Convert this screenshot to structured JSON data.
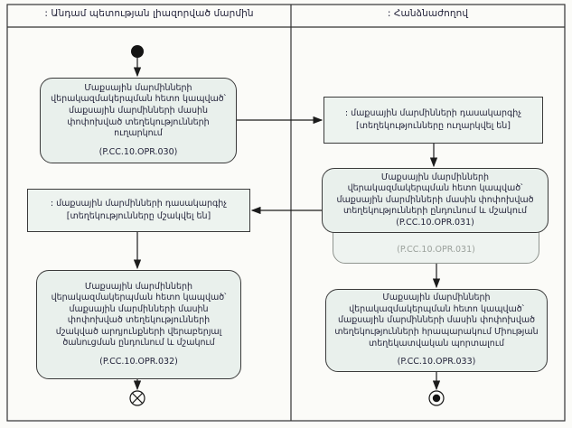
{
  "lanes": {
    "left": {
      "title": ": Անդամ պետության լիազորված մարմին"
    },
    "right": {
      "title": ": Հանձնաժողով"
    }
  },
  "nodes": {
    "send_info": {
      "text": "Մաքսային մարմինների վերակազմակերպման հետո կապված՝ մաքսային մարմինների մասին փոփոխված տեղեկությունների ուղարկում",
      "code": "(P.CC.10.OPR.030)"
    },
    "classifier_sent": {
      "title": ": մաքսային մարմինների դասակարգիչ",
      "state": "[տեղեկությունները ուղարկվել են]"
    },
    "receive_process": {
      "text": "Մաքսային մարմինների վերակազմակերպման հետո կապված՝ մաքսային մարմինների մասին փոփոխված տեղեկությունների ընդունում և մշակում",
      "code": "(P.CC.10.OPR.031)"
    },
    "ghost_box": {
      "code": "(P.CC.10.OPR.031)"
    },
    "classifier_processed": {
      "title": ": մաքսային մարմինների դասակարգիչ",
      "state": "[տեղեկությունները մշակվել են]"
    },
    "notify_results": {
      "text": "Մաքսային մարմինների վերակազմակերպման հետո կապված՝ մաքսային մարմինների մասին փոփոխված տեղեկությունների մշակված արդյունքների վերաբերյալ ծանուցման ընդունում և մշակում",
      "code": "(P.CC.10.OPR.032)"
    },
    "publish_portal": {
      "text": "Մաքսային մարմինների վերակազմակերպման հետո կապված՝ մաքսային մարմինների մասին փոփոխված տեղեկությունների հրապարակում Միության տեղեկատվական պորտալում",
      "code": "(P.CC.10.OPR.033)"
    }
  },
  "colors": {
    "activity_fill": "#e9f0ec",
    "object_fill": "#edf3ef",
    "border": "#3a3a3a",
    "line": "#1c1c1c",
    "ghost_text": "#9aa09b",
    "background": "#fbfbf8"
  }
}
